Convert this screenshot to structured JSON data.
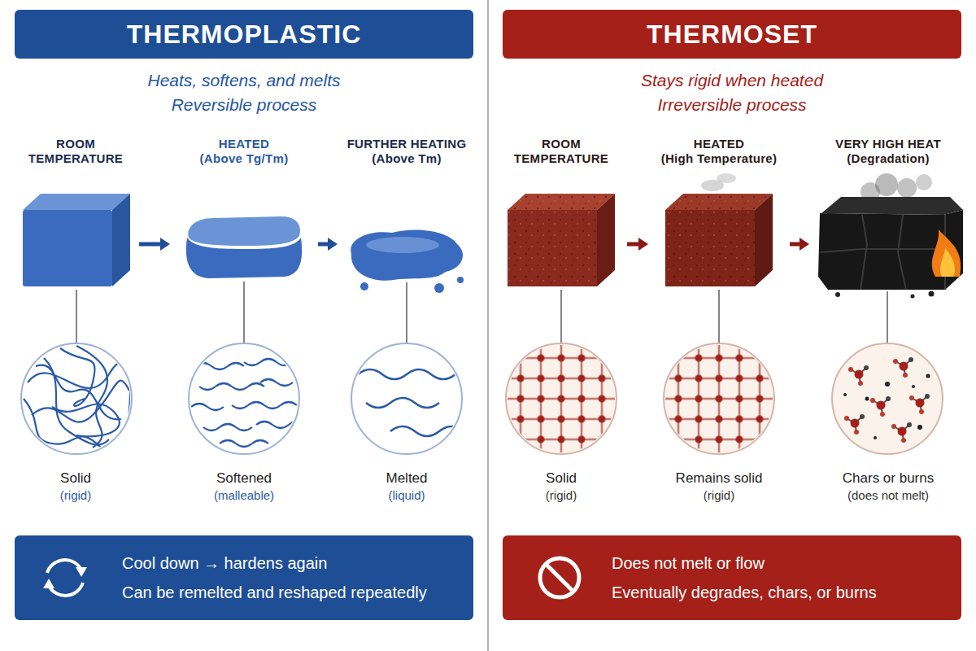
{
  "diagram": {
    "nodes": [
      {
        "text": [
          "THERMOPLASTIC"
        ]
      },
      {
        "text": [
          "ROOM TEMPERATURE",
          "Solid",
          "(rigid)"
        ]
      },
      {
        "text": [
          "HEATED",
          "(Above Tg/Tm)",
          "Softened",
          "(malleable)"
        ]
      },
      {
        "text": [
          "FURTHER HEATING",
          "(Above Tm)",
          "Melted",
          "(liquid)"
        ]
      },
      {
        "text": [
          "Cool down → hardens again",
          "Can be remelted and reshaped repeatedly"
        ]
      },
      {
        "text": [
          "THERMOSET"
        ]
      },
      {
        "text": [
          "ROOM TEMPERATURE",
          "Solid",
          "(rigid)"
        ]
      },
      {
        "text": [
          "HEATED",
          "(High Temperature)",
          "Remains solid",
          "(rigid)"
        ]
      },
      {
        "text": [
          "VERY HIGH HEAT",
          "(Degradation)",
          "Chars or burns",
          "(does not melt)"
        ]
      },
      {
        "text": [
          "Does not melt or flow",
          "Eventually degrades, chars, or burns"
        ]
      }
    ],
    "edges": [
      {
        "from": 1,
        "to": 2,
        "arrow": "to"
      },
      {
        "from": 2,
        "to": 3,
        "arrow": "to"
      },
      {
        "from": 6,
        "to": 7,
        "arrow": "to"
      },
      {
        "from": 7,
        "to": 8,
        "arrow": "to"
      }
    ],
    "labels": [
      "Heats, softens, and melts",
      "Reversible process",
      "Stays rigid when heated",
      "Irreversible process"
    ]
  }
}
